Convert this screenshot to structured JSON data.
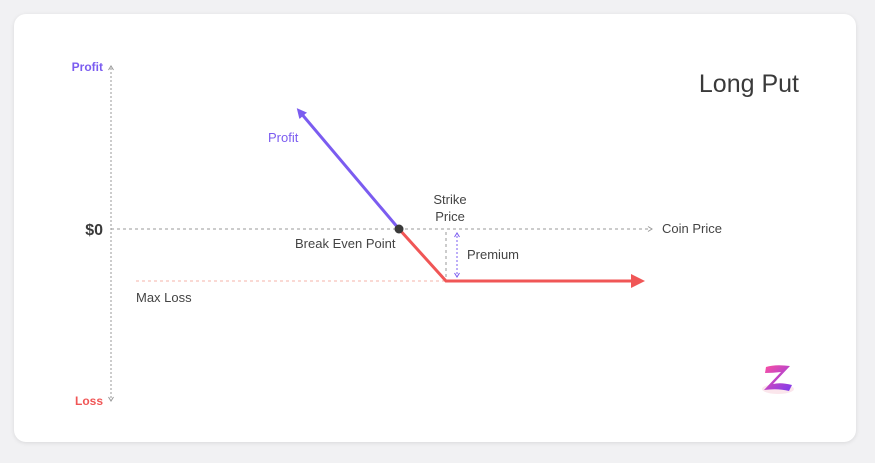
{
  "title": "Long Put",
  "axis": {
    "y_top_label": "Profit",
    "y_bottom_label": "Loss",
    "zero_label": "$0",
    "x_label": "Coin Price"
  },
  "annotations": {
    "profit": "Profit",
    "strike_line1": "Strike",
    "strike_line2": "Price",
    "break_even": "Break Even Point",
    "premium": "Premium",
    "max_loss": "Max Loss"
  },
  "colors": {
    "profit": "#7b5cf0",
    "loss": "#f05656",
    "axis": "#9a9a9a",
    "title": "#3a3a3a",
    "text": "#444444"
  },
  "logo": {
    "icon": "z-brand-logo-icon"
  }
}
